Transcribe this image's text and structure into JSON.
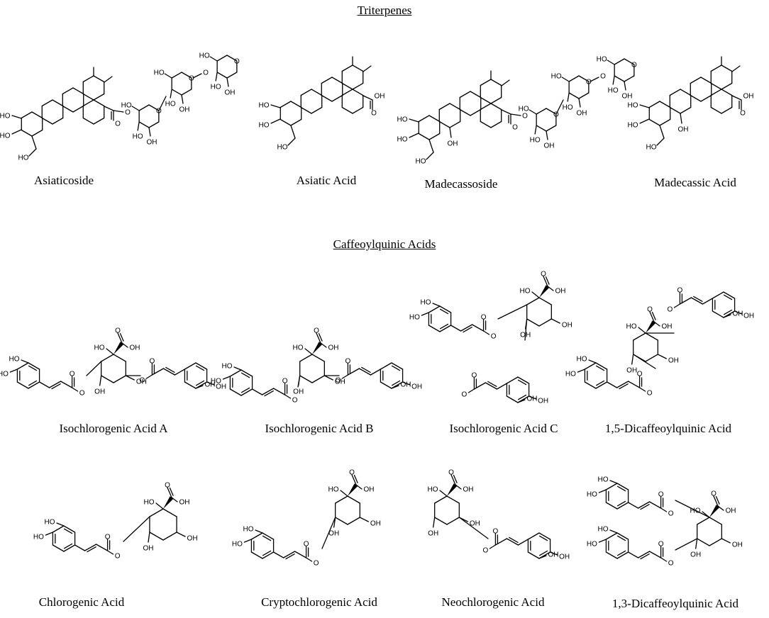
{
  "sections": [
    {
      "title": "Triterpenes"
    },
    {
      "title": "Caffeoylquinic Acids"
    }
  ],
  "compounds": [
    {
      "name": "Asiaticoside"
    },
    {
      "name": "Asiatic Acid"
    },
    {
      "name": "Madecassoside"
    },
    {
      "name": "Madecassic Acid"
    },
    {
      "name": "Isochlorogenic Acid A"
    },
    {
      "name": "Isochlorogenic Acid B"
    },
    {
      "name": "Isochlorogenic Acid C"
    },
    {
      "name": "1,5-Dicaffeoylquinic Acid"
    },
    {
      "name": "Chlorogenic Acid"
    },
    {
      "name": "Cryptochlorogenic Acid"
    },
    {
      "name": "Neochlorogenic Acid"
    },
    {
      "name": "1,3-Dicaffeoylquinic Acid"
    }
  ],
  "atom_labels": {
    "hydroxyl": "HO",
    "hydroxyl_right": "OH",
    "oxygen": "O"
  }
}
